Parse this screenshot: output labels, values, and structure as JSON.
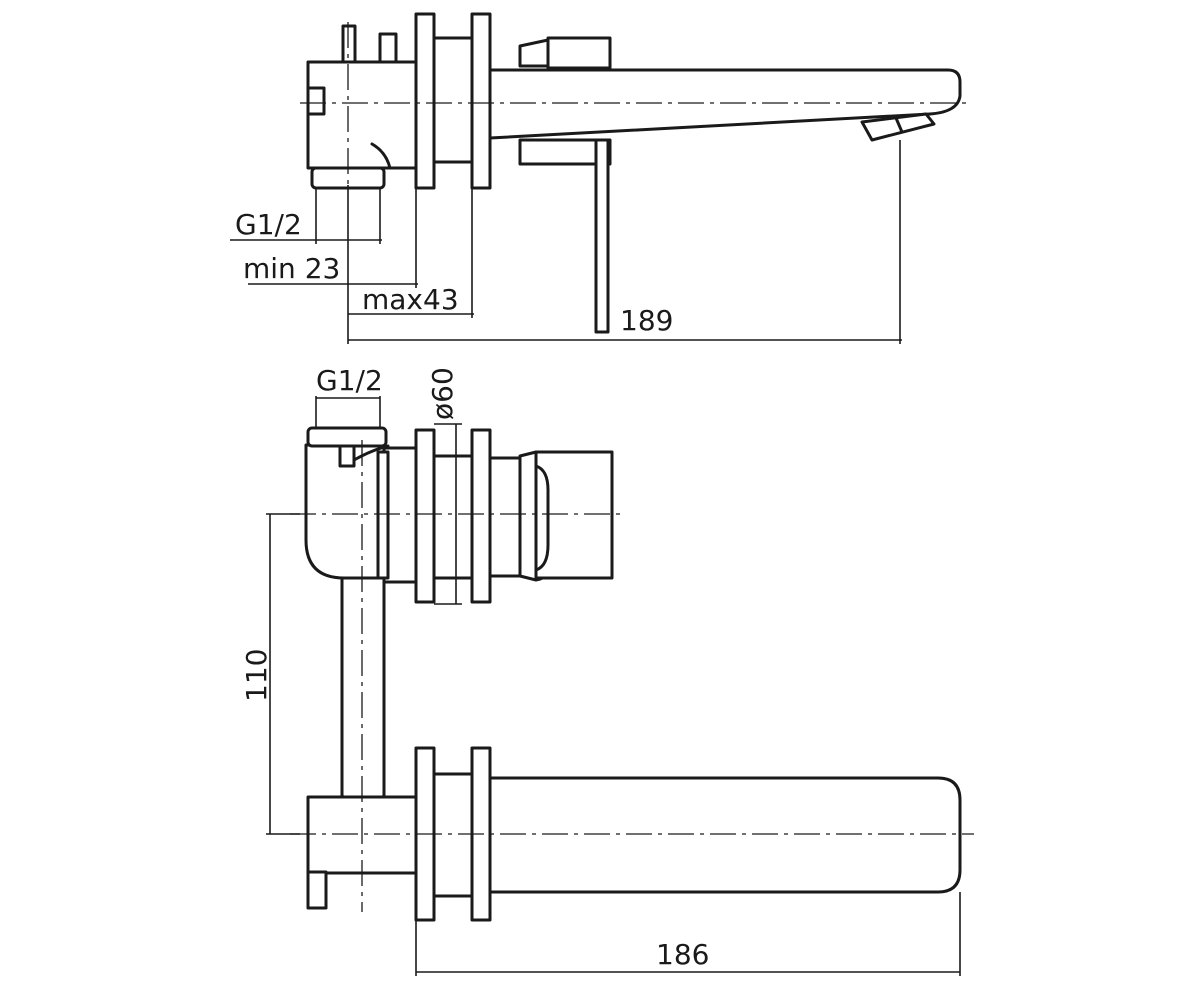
{
  "top_view": {
    "dims": {
      "thread": "G1/2",
      "min_depth": "min 23",
      "max_depth": "max43",
      "spout_length": "189"
    }
  },
  "side_view": {
    "dims": {
      "thread": "G1/2",
      "rosette_diameter": "ø60",
      "vertical_distance": "110",
      "spout_length": "186"
    }
  },
  "colors": {
    "line": "#1a1a1a",
    "background": "#ffffff"
  }
}
